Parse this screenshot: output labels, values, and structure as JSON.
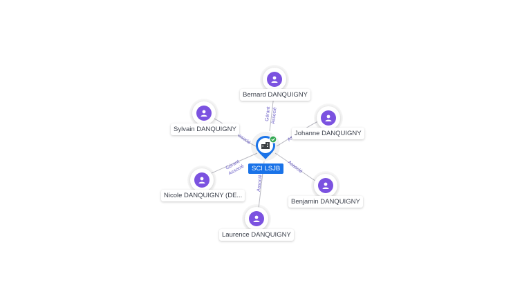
{
  "company": {
    "name": "SCI LSJB",
    "icon": "building-icon",
    "status_icon": "check-icon",
    "accent_color": "#1a73e8",
    "status_color": "#34a853"
  },
  "person_color": "#7b52e0",
  "people": [
    {
      "id": "bernard",
      "name": "Bernard DANQUIGNY",
      "roles": [
        "Gérant",
        "Associé"
      ]
    },
    {
      "id": "sylvain",
      "name": "Sylvain DANQUIGNY",
      "roles": [
        "Associé"
      ]
    },
    {
      "id": "johanne",
      "name": "Johanne DANQUIGNY",
      "roles": [
        "Associé"
      ]
    },
    {
      "id": "nicole",
      "name": "Nicole DANQUIGNY (DE...",
      "roles": [
        "Gérant",
        "Associé"
      ]
    },
    {
      "id": "benjamin",
      "name": "Benjamin DANQUIGNY",
      "roles": [
        "Associé"
      ]
    },
    {
      "id": "laurence",
      "name": "Laurence DANQUIGNY",
      "roles": [
        "Associé"
      ]
    }
  ]
}
